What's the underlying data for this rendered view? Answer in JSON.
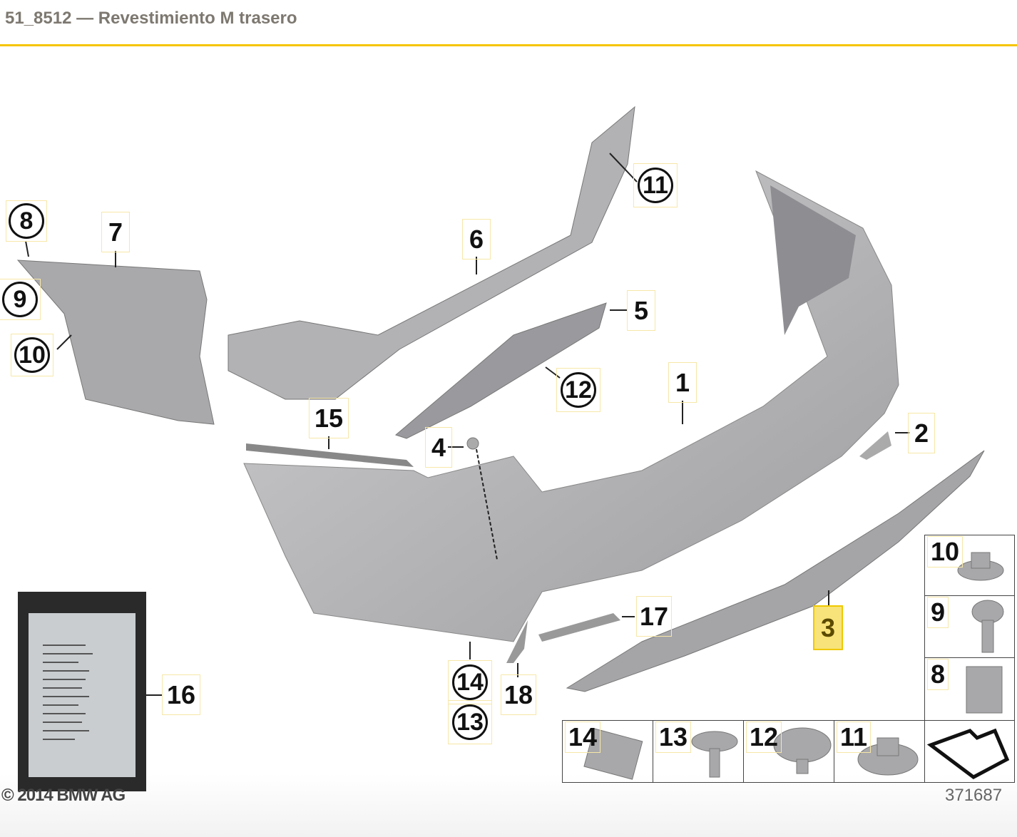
{
  "header": {
    "title": "51_8512 — Revestimiento M trasero"
  },
  "diagram": {
    "callouts": {
      "c1": "1",
      "c2": "2",
      "c3": "3",
      "c4": "4",
      "c5": "5",
      "c6": "6",
      "c7": "7",
      "c8": "8",
      "c9": "9",
      "c10": "10",
      "c11": "11",
      "c12": "12",
      "c13": "13",
      "c14": "14",
      "c15": "15",
      "c16": "16",
      "c17": "17",
      "c18": "18"
    },
    "selected_callout": "3",
    "fastener_table": {
      "r10": "10",
      "r9": "9",
      "r8": "8",
      "b14": "14",
      "b13": "13",
      "b12": "12",
      "b11": "11"
    },
    "copyright": "© 2014 BMW AG",
    "diagram_number": "371687"
  },
  "colors": {
    "accent": "#f5c400",
    "highlight": "#f8e37a",
    "part": "#b9b9bb"
  }
}
